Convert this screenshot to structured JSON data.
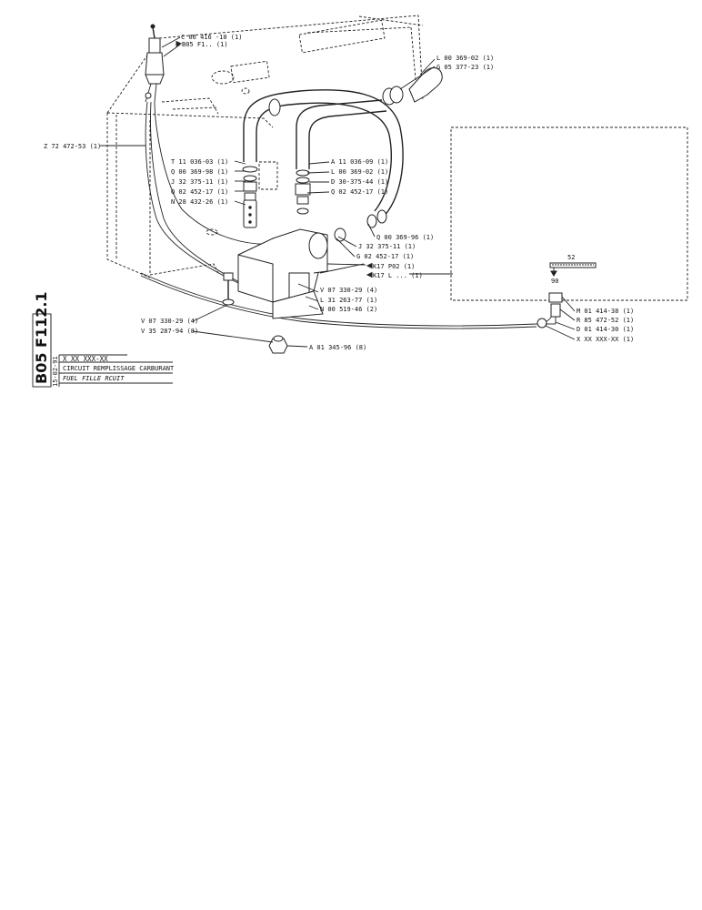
{
  "sheet": {
    "code": "B05 F112.1",
    "date": "15-02-91",
    "part_number": "X XX XXX-XX",
    "title_fr": "CIRCUIT REMPLISSAGE CARBURANT",
    "title_en": "FUEL FILLE   RCUIT"
  },
  "callouts": [
    {
      "id": "c1",
      "text": "C 06 416 -10 (1)"
    },
    {
      "id": "c2",
      "text": "B05 F1.. (1)",
      "arrow": true
    },
    {
      "id": "c3",
      "text": "L 00 369-02 (1)"
    },
    {
      "id": "c4",
      "text": "G 05 377-23 (1)"
    },
    {
      "id": "c5",
      "text": "Z 72 472-53 (1)"
    },
    {
      "id": "c6",
      "text": "T 11 036-03 (1)"
    },
    {
      "id": "c7",
      "text": "Q 00 369-98 (1)"
    },
    {
      "id": "c8",
      "text": "J 32 375-11 (1)"
    },
    {
      "id": "c9",
      "text": "Q 02 452-17 (1)"
    },
    {
      "id": "c10",
      "text": "N 28 432-26 (1)"
    },
    {
      "id": "c11",
      "text": "A 11 036-09 (1)"
    },
    {
      "id": "c12",
      "text": "L 00 369-02 (1)"
    },
    {
      "id": "c13",
      "text": "D 30-375-44 (1)"
    },
    {
      "id": "c14",
      "text": "Q 02 452-17 (1)"
    },
    {
      "id": "c15",
      "text": "Q 00 369-96 (1)"
    },
    {
      "id": "c16",
      "text": "J 32 375-11 (1)"
    },
    {
      "id": "c17",
      "text": "G 02 452-17 (1)"
    },
    {
      "id": "c18",
      "text": "K17 P02 (1)",
      "arrow": true
    },
    {
      "id": "c19",
      "text": "K17 L ... (1)",
      "arrow": true
    },
    {
      "id": "c20",
      "text": "V 07 330-29 (4)"
    },
    {
      "id": "c21",
      "text": "L 31 263-77 (1)"
    },
    {
      "id": "c22",
      "text": "N 00 519-46 (2)"
    },
    {
      "id": "c23",
      "text": "V 07 330-29 (4)"
    },
    {
      "id": "c24",
      "text": "V 35 287-94 (8)"
    },
    {
      "id": "c25",
      "text": "A 01 345-96 (8)"
    },
    {
      "id": "c26",
      "text": "M 01 414-38 (1)"
    },
    {
      "id": "c27",
      "text": "R 85 472-52 (1)"
    },
    {
      "id": "c28",
      "text": "D 01 414-30 (1)"
    },
    {
      "id": "c29",
      "text": "X XX XXX-XX (1)"
    }
  ],
  "gauge": {
    "top_value": "52",
    "bottom_value": "90"
  }
}
